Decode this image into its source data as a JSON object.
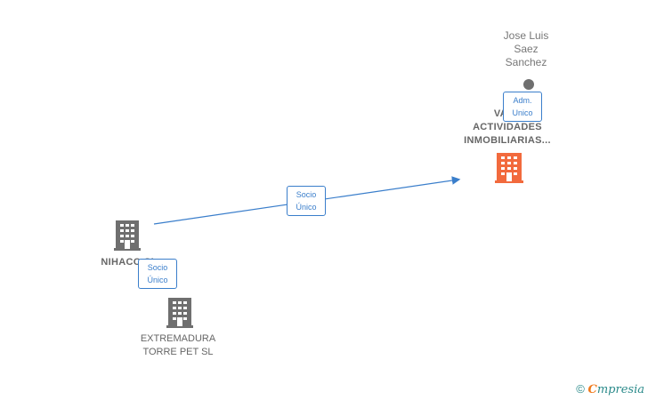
{
  "nodes": {
    "person": {
      "name_lines": [
        "Jose Luis",
        "Saez",
        "Sanchez"
      ]
    },
    "main_company": {
      "name_lines": [
        "VALC",
        "ACTIVIDADES",
        "INMOBILIARIAS..."
      ],
      "color": "#f26a3d"
    },
    "nihaco": {
      "name": "NIHACO SL"
    },
    "extremadura": {
      "name_lines": [
        "EXTREMADURA",
        "TORRE PET SL"
      ]
    }
  },
  "edges": {
    "adm": {
      "label_lines": [
        "Adm.",
        "Unico"
      ]
    },
    "socio_top": {
      "label_lines": [
        "Socio",
        "Único"
      ]
    },
    "socio_bottom": {
      "label_lines": [
        "Socio",
        "Único"
      ]
    }
  },
  "colors": {
    "edge": "#3a7ecb",
    "building_gray": "#6f6f6f",
    "building_accent": "#f26a3d"
  },
  "watermark": {
    "copyright": "©",
    "brand_first": "C",
    "brand_rest": "mpresia"
  }
}
